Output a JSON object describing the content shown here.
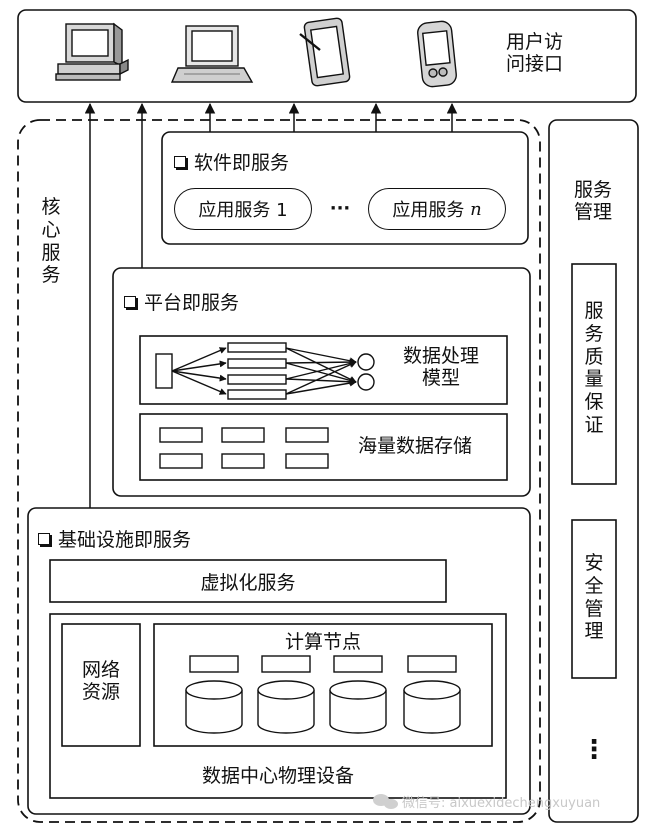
{
  "user_access": {
    "label_line1": "用户访",
    "label_line2": "问接口"
  },
  "core_services": {
    "label": [
      "核",
      "心",
      "服",
      "务"
    ]
  },
  "saas": {
    "title": "软件即服务",
    "app1": "应用服务 1",
    "ellipsis": "···",
    "appn_prefix": "应用服务 ",
    "appn_var": "n"
  },
  "paas": {
    "title": "平台即服务",
    "data_model_line1": "数据处理",
    "data_model_line2": "模型",
    "storage": "海量数据存储"
  },
  "iaas": {
    "title": "基础设施即服务",
    "virtualization": "虚拟化服务",
    "network_line1": "网络",
    "network_line2": "资源",
    "compute_nodes": "计算节点",
    "dc_equipment": "数据中心物理设备"
  },
  "service_mgmt": {
    "title_line1": "服务",
    "title_line2": "管理",
    "qos": [
      "服",
      "务",
      "质",
      "量",
      "保",
      "证"
    ],
    "security": [
      "安",
      "全",
      "管",
      "理"
    ],
    "more": "⋮"
  },
  "watermark": "微信号: aixuexidechengxuyuan"
}
